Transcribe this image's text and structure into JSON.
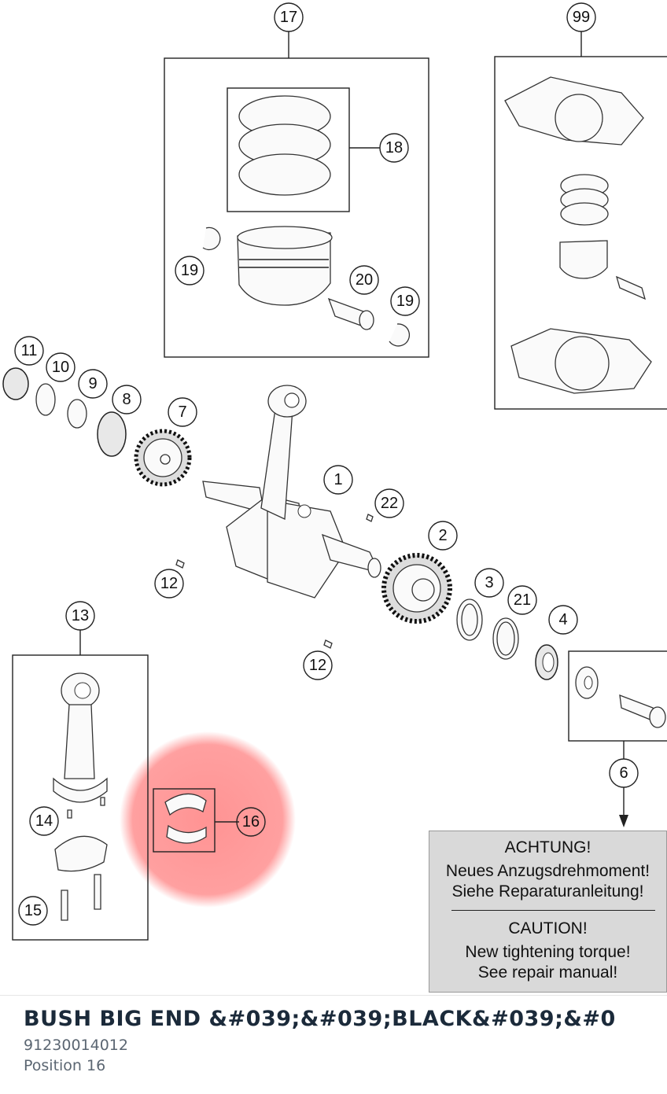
{
  "diagram": {
    "callouts": {
      "c17": "17",
      "c99": "99",
      "c18": "18",
      "c19a": "19",
      "c20": "20",
      "c19b": "19",
      "c11": "11",
      "c10": "10",
      "c9": "9",
      "c8": "8",
      "c7": "7",
      "c1": "1",
      "c22": "22",
      "c2": "2",
      "c12a": "12",
      "c3": "3",
      "c21": "21",
      "c4": "4",
      "c13": "13",
      "c12b": "12",
      "c6": "6",
      "c14": "14",
      "c16": "16",
      "c15": "15"
    },
    "highlight_color": "#ff8080"
  },
  "warning": {
    "de_title": "ACHTUNG!",
    "de_line1": "Neues Anzugsdrehmoment!",
    "de_line2": "Siehe Reparaturanleitung!",
    "en_title": "CAUTION!",
    "en_line1": "New tightening torque!",
    "en_line2": "See repair manual!"
  },
  "part": {
    "name": "BUSH BIG END &#039;&#039;BLACK&#039;&#0",
    "number": "91230014012",
    "position": "Position 16"
  }
}
